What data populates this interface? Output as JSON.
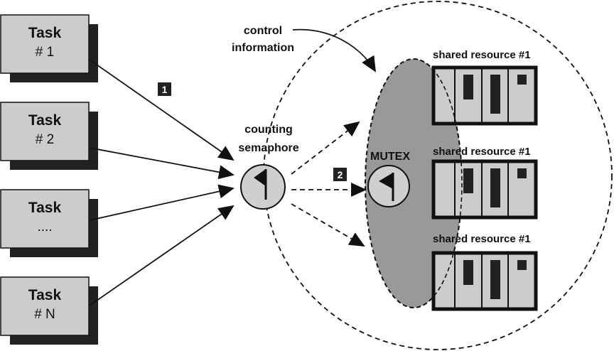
{
  "diagram": {
    "colors": {
      "task_fill": "#cccccc",
      "shadow": "#222222",
      "mutex_region": "#999999",
      "semaphore_fill": "#cfcfcf",
      "resource_fill": "#cccccc",
      "ink": "#111111"
    },
    "tasks": [
      {
        "title": "Task",
        "sub": "# 1"
      },
      {
        "title": "Task",
        "sub": "# 2"
      },
      {
        "title": "Task",
        "sub": "...."
      },
      {
        "title": "Task",
        "sub": "# N"
      }
    ],
    "badges": {
      "step1": "1",
      "step2": "2"
    },
    "semaphore": {
      "line1": "counting",
      "line2": "semaphore",
      "icon": "flag-icon"
    },
    "control_info": {
      "line1": "control",
      "line2": "information"
    },
    "mutex": {
      "label": "MUTEX",
      "icon": "flag-icon"
    },
    "resources": [
      {
        "label": "shared resource #1"
      },
      {
        "label": "shared resource #1"
      },
      {
        "label": "shared resource #1"
      }
    ]
  }
}
